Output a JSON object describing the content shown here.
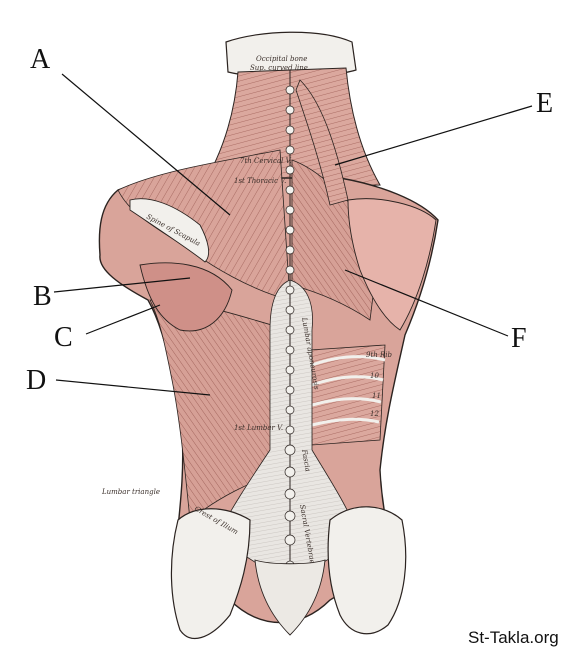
{
  "diagram": {
    "callouts": {
      "a": "A",
      "b": "B",
      "c": "C",
      "d": "D",
      "e": "E",
      "f": "F"
    },
    "structure_labels": {
      "occipital_bone": "Occipital bone",
      "superior_curved_line": "Sup. curved line",
      "seventh_cervical": "7th Cervical V.",
      "first_thoracic": "1st Thoracic V.",
      "spine_of_scapula": "Spine of Scapula",
      "lumbar_triangle": "Lumbar triangle",
      "first_lumbar": "1st Lumbar V.",
      "ninth_rib": "9th Rib",
      "tenth_rib": "10",
      "eleventh_rib": "11",
      "twelfth_rib": "12",
      "lumbar_aponeurosis": "Lumbar aponeurosis",
      "fascia": "Fascia",
      "crest_of_ilium": "Crest of Ilium",
      "sacral_vertebrae": "Sacral Vertebrae"
    },
    "colors": {
      "muscle": "#d9a49a",
      "muscle_shadow": "#b87a72",
      "tendon": "#e7e3df",
      "bone": "#f2f0ec",
      "ink": "#2b2320"
    }
  },
  "watermark": "St-Takla.org"
}
